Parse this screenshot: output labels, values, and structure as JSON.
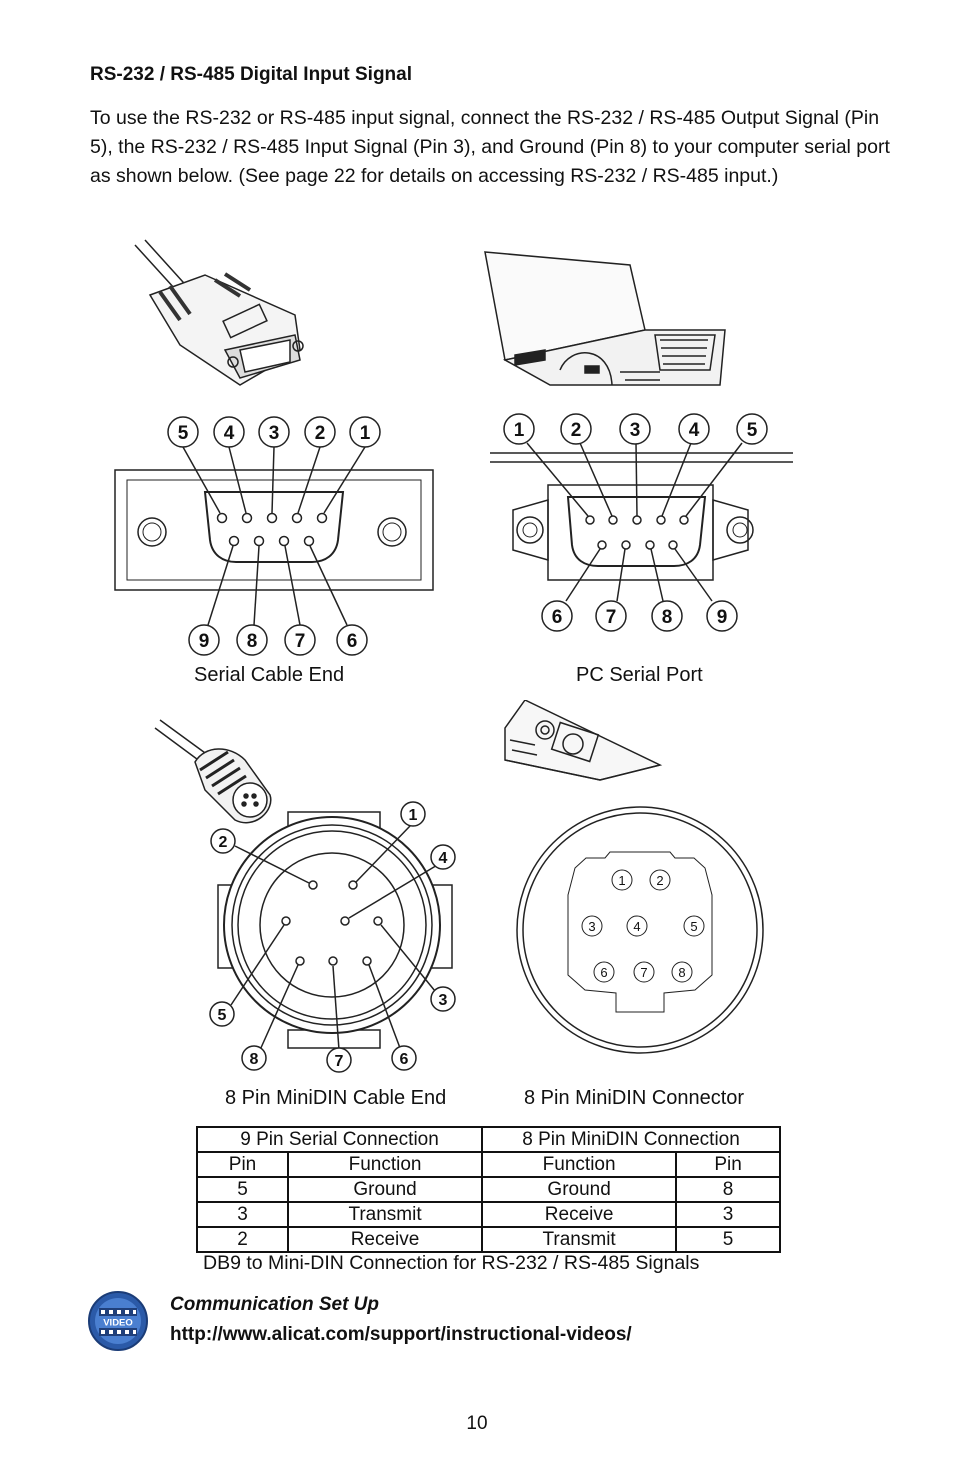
{
  "heading": "RS-232 / RS-485 Digital Input Signal",
  "intro": "To use the RS-232 or RS-485 input signal, connect the RS-232 / RS-485 Output Signal (Pin 5), the RS-232 / RS-485 Input Signal (Pin 3), and Ground (Pin 8) to your computer serial port as shown below. (See page 22 for details on accessing RS-232 / RS-485 input.)",
  "diagrams": {
    "serial_cable_end": {
      "caption": "Serial Cable End",
      "top_pins": [
        "5",
        "4",
        "3",
        "2",
        "1"
      ],
      "bottom_pins": [
        "9",
        "8",
        "7",
        "6"
      ]
    },
    "pc_serial_port": {
      "caption": "PC Serial Port",
      "top_pins": [
        "1",
        "2",
        "3",
        "4",
        "5"
      ],
      "bottom_pins": [
        "6",
        "7",
        "8",
        "9"
      ]
    },
    "minidin_cable_end": {
      "caption": "8 Pin MiniDIN Cable End",
      "pins": [
        "1",
        "2",
        "4",
        "5",
        "3",
        "8",
        "7",
        "6"
      ]
    },
    "minidin_connector": {
      "caption": "8 Pin MiniDIN Connector",
      "pins": [
        "1",
        "2",
        "3",
        "4",
        "5",
        "6",
        "7",
        "8"
      ]
    }
  },
  "table": {
    "group_headers": [
      "9 Pin Serial Connection",
      "8 Pin MiniDIN Connection"
    ],
    "column_headers": [
      "Pin",
      "Function",
      "Function",
      "Pin"
    ],
    "rows": [
      [
        "5",
        "Ground",
        "Ground",
        "8"
      ],
      [
        "3",
        "Transmit",
        "Receive",
        "3"
      ],
      [
        "2",
        "Receive",
        "Transmit",
        "5"
      ]
    ],
    "caption": "DB9 to Mini-DIN Connection for RS-232 / RS-485 Signals"
  },
  "video": {
    "icon_label": "VIDEO",
    "icon": "video-icon",
    "title": "Communication Set Up",
    "link": "http://www.alicat.com/support/instructional-videos/"
  },
  "page_number": "10"
}
